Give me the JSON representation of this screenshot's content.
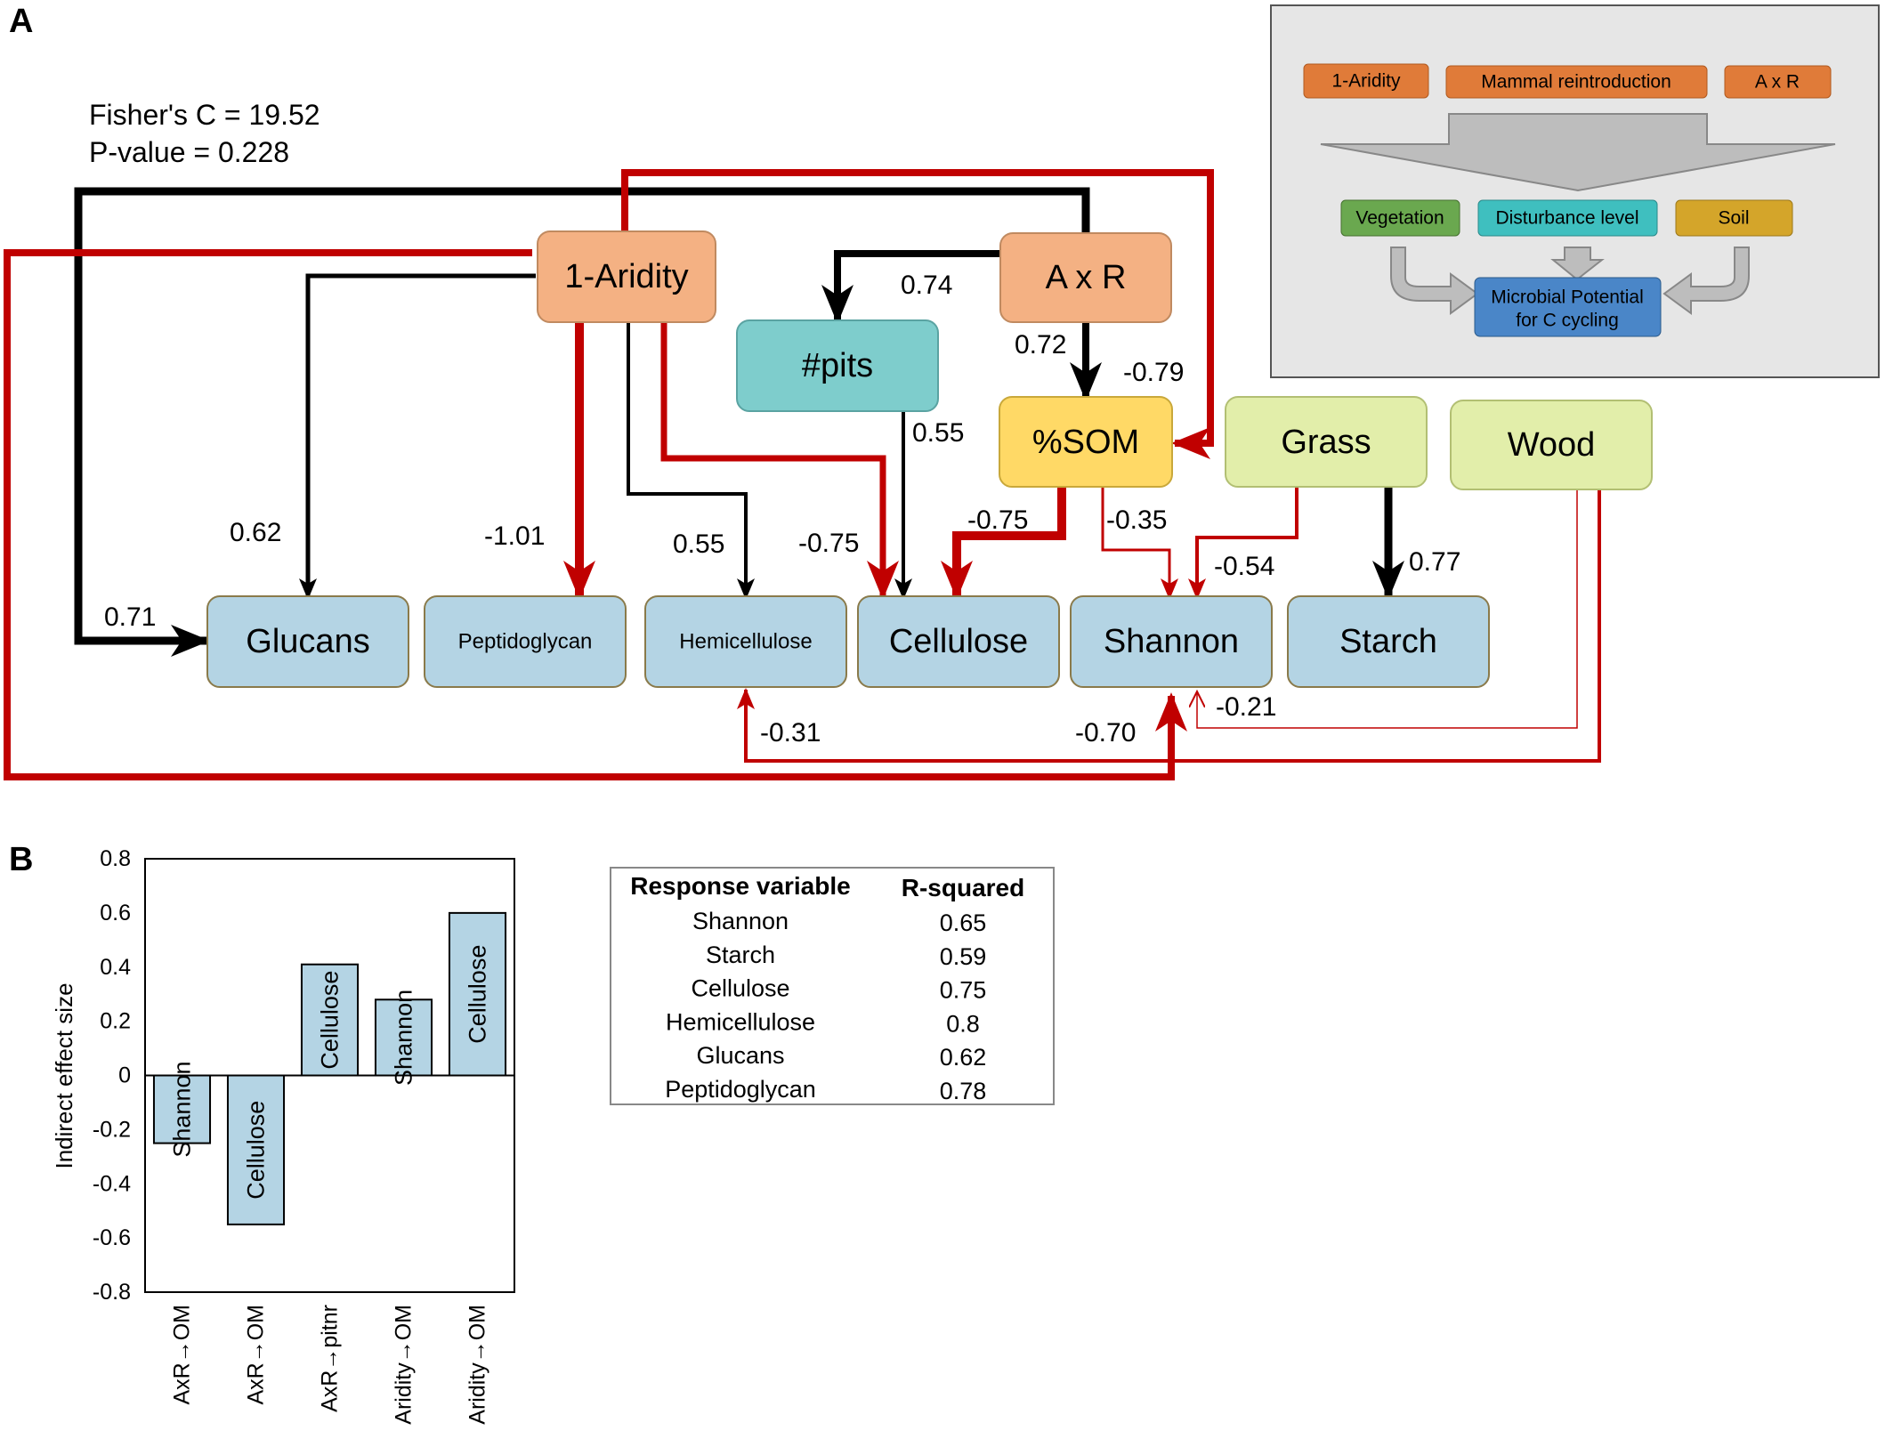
{
  "panel_a": {
    "letter": "A",
    "fit": {
      "fisher_c": "Fisher's C = 19.52",
      "p_value": "P-value = 0.228"
    },
    "nodes": {
      "aridity": "1-Aridity",
      "axr": "A x R",
      "pits": "#pits",
      "som": "%SOM",
      "grass": "Grass",
      "wood": "Wood",
      "glucans": "Glucans",
      "peptidoglycan": "Peptidoglycan",
      "hemicellulose": "Hemicellulose",
      "cellulose": "Cellulose",
      "shannon": "Shannon",
      "starch": "Starch"
    },
    "coefficients": {
      "axr_glucans": "0.71",
      "aridity_glucans": "0.62",
      "aridity_peptidoglycan": "-1.01",
      "aridity_hemicellulose": "0.55",
      "aridity_cellulose": "-0.75",
      "axr_pits": "0.74",
      "axr_som": "0.72",
      "aridity_som": "-0.79",
      "pits_cellulose": "0.55",
      "som_cellulose": "-0.75",
      "som_shannon": "-0.35",
      "grass_shannon": "-0.54",
      "grass_starch": "0.77",
      "wood_hemicellulose": "-0.31",
      "aridity_shannon": "-0.70",
      "wood_shannon": "-0.21"
    },
    "colors": {
      "positive_path": "#000000",
      "negative_path": "#c00000",
      "driver_fill": "#f4b183",
      "pits_fill": "#7ecdcc",
      "som_fill": "#ffd966",
      "vegetation_fill": "#e2eeaa",
      "response_fill": "#b4d4e4"
    },
    "legend": {
      "top": [
        "1-Aridity",
        "Mammal reintroduction",
        "A x R"
      ],
      "middle": [
        "Vegetation",
        "Disturbance level",
        "Soil"
      ],
      "bottom": "Microbial Potential for C cycling",
      "bottom_lines": [
        "Microbial Potential",
        "for C cycling"
      ],
      "colors": {
        "top": "#e07b39",
        "vegetation": "#6aa84f",
        "disturbance": "#3fbfbf",
        "soil": "#d4a52a",
        "bottom": "#4a86c8",
        "panel": "#e6e6e6"
      }
    }
  },
  "panel_b": {
    "letter": "B",
    "chart_data": {
      "type": "bar",
      "ylabel": "Indirect effect size",
      "ylim": [
        -0.8,
        0.8
      ],
      "yticks": [
        0.8,
        0.6,
        0.4,
        0.2,
        0,
        -0.2,
        -0.4,
        -0.6,
        -0.8
      ],
      "ytick_labels": [
        "0.8",
        "0.6",
        "0.4",
        "0.2",
        "0",
        "-0.2",
        "-0.4",
        "-0.6",
        "-0.8"
      ],
      "categories": [
        "AxR→OM",
        "AxR→OM",
        "AxR→pitnr",
        "Aridity→OM",
        "Aridity→OM"
      ],
      "bar_labels": [
        "Shannon",
        "Cellulose",
        "Cellulose",
        "Shannon",
        "Cellulose"
      ],
      "values": [
        -0.25,
        -0.55,
        0.41,
        0.28,
        0.6
      ],
      "bar_color": "#b4d4e4"
    },
    "table": {
      "headers": [
        "Response variable",
        "R-squared"
      ],
      "rows": [
        [
          "Shannon",
          "0.65"
        ],
        [
          "Starch",
          "0.59"
        ],
        [
          "Cellulose",
          "0.75"
        ],
        [
          "Hemicellulose",
          "0.8"
        ],
        [
          "Glucans",
          "0.62"
        ],
        [
          "Peptidoglycan",
          "0.78"
        ]
      ]
    }
  }
}
